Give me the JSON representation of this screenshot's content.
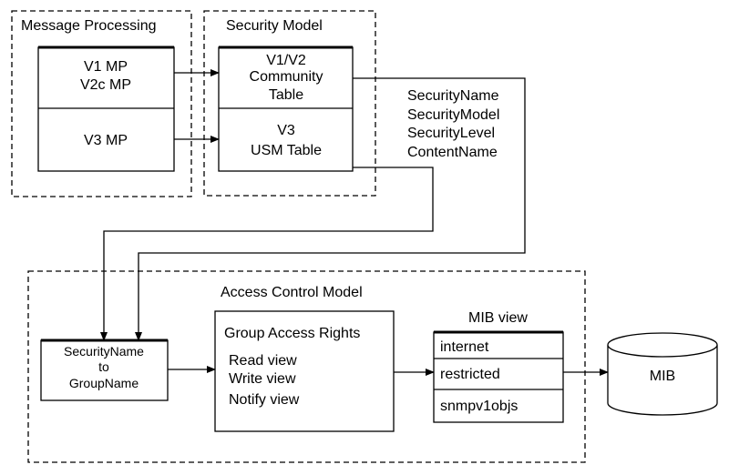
{
  "message_processing": {
    "title": "Message Processing",
    "v1_mp": "V1 MP",
    "v2c_mp": "V2c MP",
    "v3_mp": "V3 MP"
  },
  "security_model": {
    "title": "Security Model",
    "community_line1": "V1/V2",
    "community_line2": "Community",
    "community_line3": "Table",
    "usm_line1": "V3",
    "usm_line2": "USM Table"
  },
  "security_params": [
    "SecurityName",
    "SecurityModel",
    "SecurityLevel",
    "ContentName"
  ],
  "access_control": {
    "title": "Access Control Model",
    "sec_to_group_line1": "SecurityName",
    "sec_to_group_line2": "to",
    "sec_to_group_line3": "GroupName",
    "group_access_title": "Group Access Rights",
    "read_view": "Read view",
    "write_view": "Write view",
    "notify_view": "Notify view",
    "mib_view_title": "MIB view",
    "mib_views": [
      "internet",
      "restricted",
      "snmpv1objs"
    ]
  },
  "mib": {
    "label": "MIB"
  }
}
